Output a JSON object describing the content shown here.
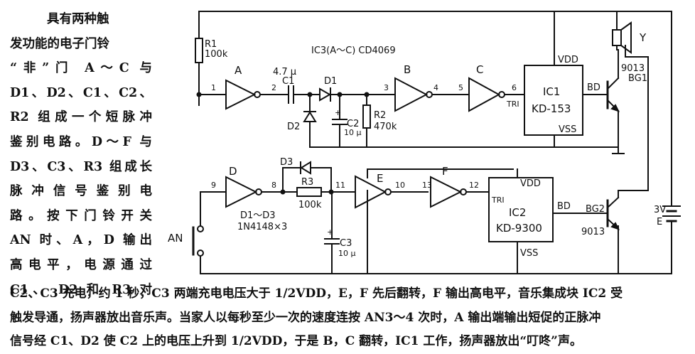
{
  "description_left": [
    "具有两种触",
    "发功能的电子门铃",
    "“非”门 A～C 与",
    "D1、D2、C1、C2、",
    "R2 组成一个短脉冲",
    "鉴别电路。D～F 与",
    "D3、C3、R3 组成长",
    "脉冲信号鉴别电",
    "路。按下门铃开关",
    "AN 时、A，D 输出",
    "高电平，电源通过",
    "C1、 D2 和 R3 对"
  ],
  "description_bottom": [
    "C2、C3 充电，约 1 秒，C3 两端充电电压大于 1/2VDD，E，F 先后翻转，F 输出高电平，音乐集成块 IC2 受",
    "触发导通，扬声器放出音乐声。当家人以每秒至少一次的速度连按 AN3～4 次时，A 输出端输出短促的正脉冲",
    "信号经 C1、D2 使 C2 上的电压上升到 1/2VDD，于是 B，C 翻转，IC1 工作，扬声器放出“叮咚”声。"
  ],
  "circuit": {
    "ic3_label": "IC3(A～C) CD4069",
    "r1": "R1",
    "r1_value": "100k",
    "gate_a": "A",
    "gate_b": "B",
    "gate_c": "C",
    "gate_d": "D",
    "gate_e": "E",
    "gate_f": "F",
    "c1_value": "4.7 μ",
    "c1": "C1",
    "d1": "D1",
    "d2": "D2",
    "c2": "C2",
    "c2_value": "10 μ",
    "r2": "R2",
    "r2_value": "470k",
    "ic1": "IC1",
    "ic1_model": "KD-153",
    "ic2": "IC2",
    "ic2_model": "KD-9300",
    "vdd": "VDD",
    "vss": "VSS",
    "tri": "TRI",
    "bd": "BD",
    "speaker": "Y",
    "bg1_model": "9013",
    "bg1": "BG1",
    "bg2": "BG2",
    "bg2_model": "9013",
    "d3": "D3",
    "r3": "R3",
    "r3_value": "100k",
    "diode_note_1": "D1～D3",
    "diode_note_2": "1N4148×3",
    "c3": "C3",
    "c3_value": "10 μ",
    "an": "AN",
    "battery_v": "3V",
    "battery": "E",
    "pins": [
      "1",
      "2",
      "3",
      "4",
      "5",
      "6",
      "9",
      "8",
      "11",
      "10",
      "13",
      "12"
    ]
  }
}
